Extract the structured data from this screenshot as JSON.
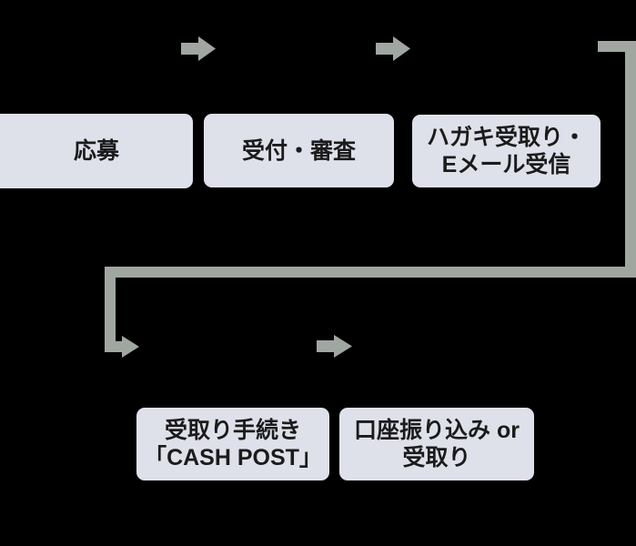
{
  "diagram": {
    "steps": [
      {
        "name": "apply",
        "line1": "応募"
      },
      {
        "name": "reception-review",
        "line1": "受付・審査"
      },
      {
        "name": "postcard-email",
        "line1": "ハガキ受取り・",
        "line2": "Eメール受信"
      },
      {
        "name": "receipt-procedure",
        "line1": "受取り手続き",
        "line2": "「CASH POST」"
      },
      {
        "name": "transfer-or-receive",
        "line1": "口座振り込み or",
        "line2": "受取り"
      }
    ],
    "icons": {
      "flow_arrow_icon": "➡",
      "elbow_connector_icon": "↳"
    },
    "colors": {
      "background": "#000000",
      "box_fill": "#dfe1ea",
      "text": "#1b1b1b",
      "arrow": "#a0a7a1"
    }
  }
}
